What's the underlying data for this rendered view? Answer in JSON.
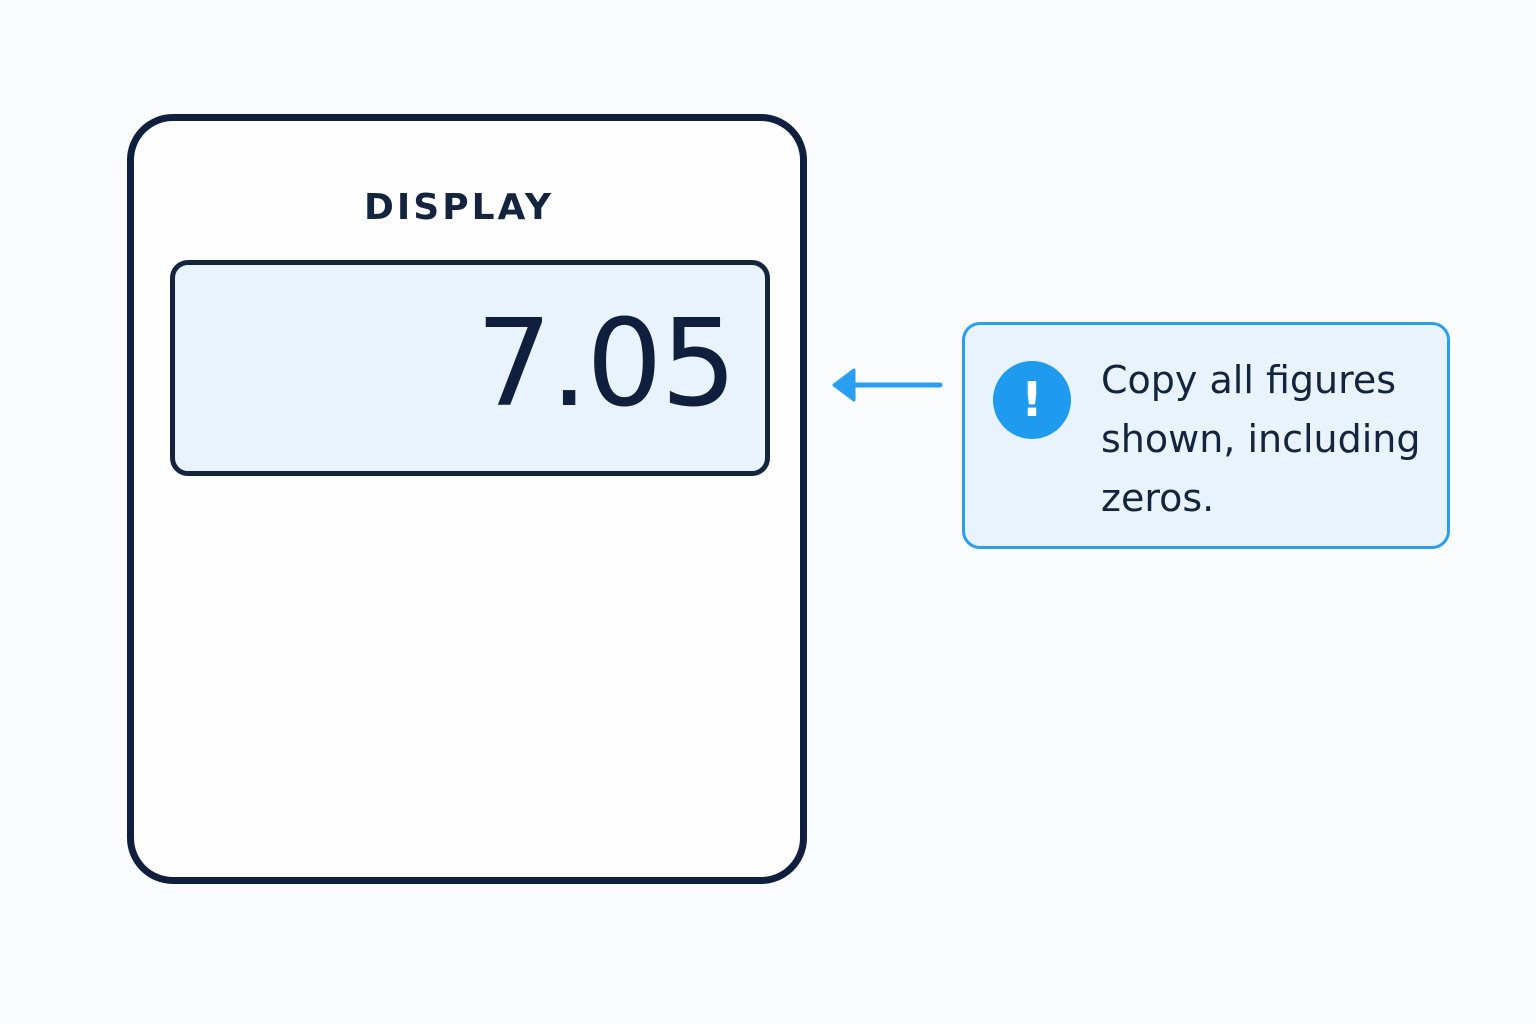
{
  "device": {
    "label": "DISPLAY",
    "value": "7.05"
  },
  "callout": {
    "icon": "exclamation-icon",
    "text": "Copy all figures shown, including zeros."
  },
  "colors": {
    "outline": "#0f1f3d",
    "screen_fill": "#e8f3fd",
    "accent": "#1e9bee"
  }
}
